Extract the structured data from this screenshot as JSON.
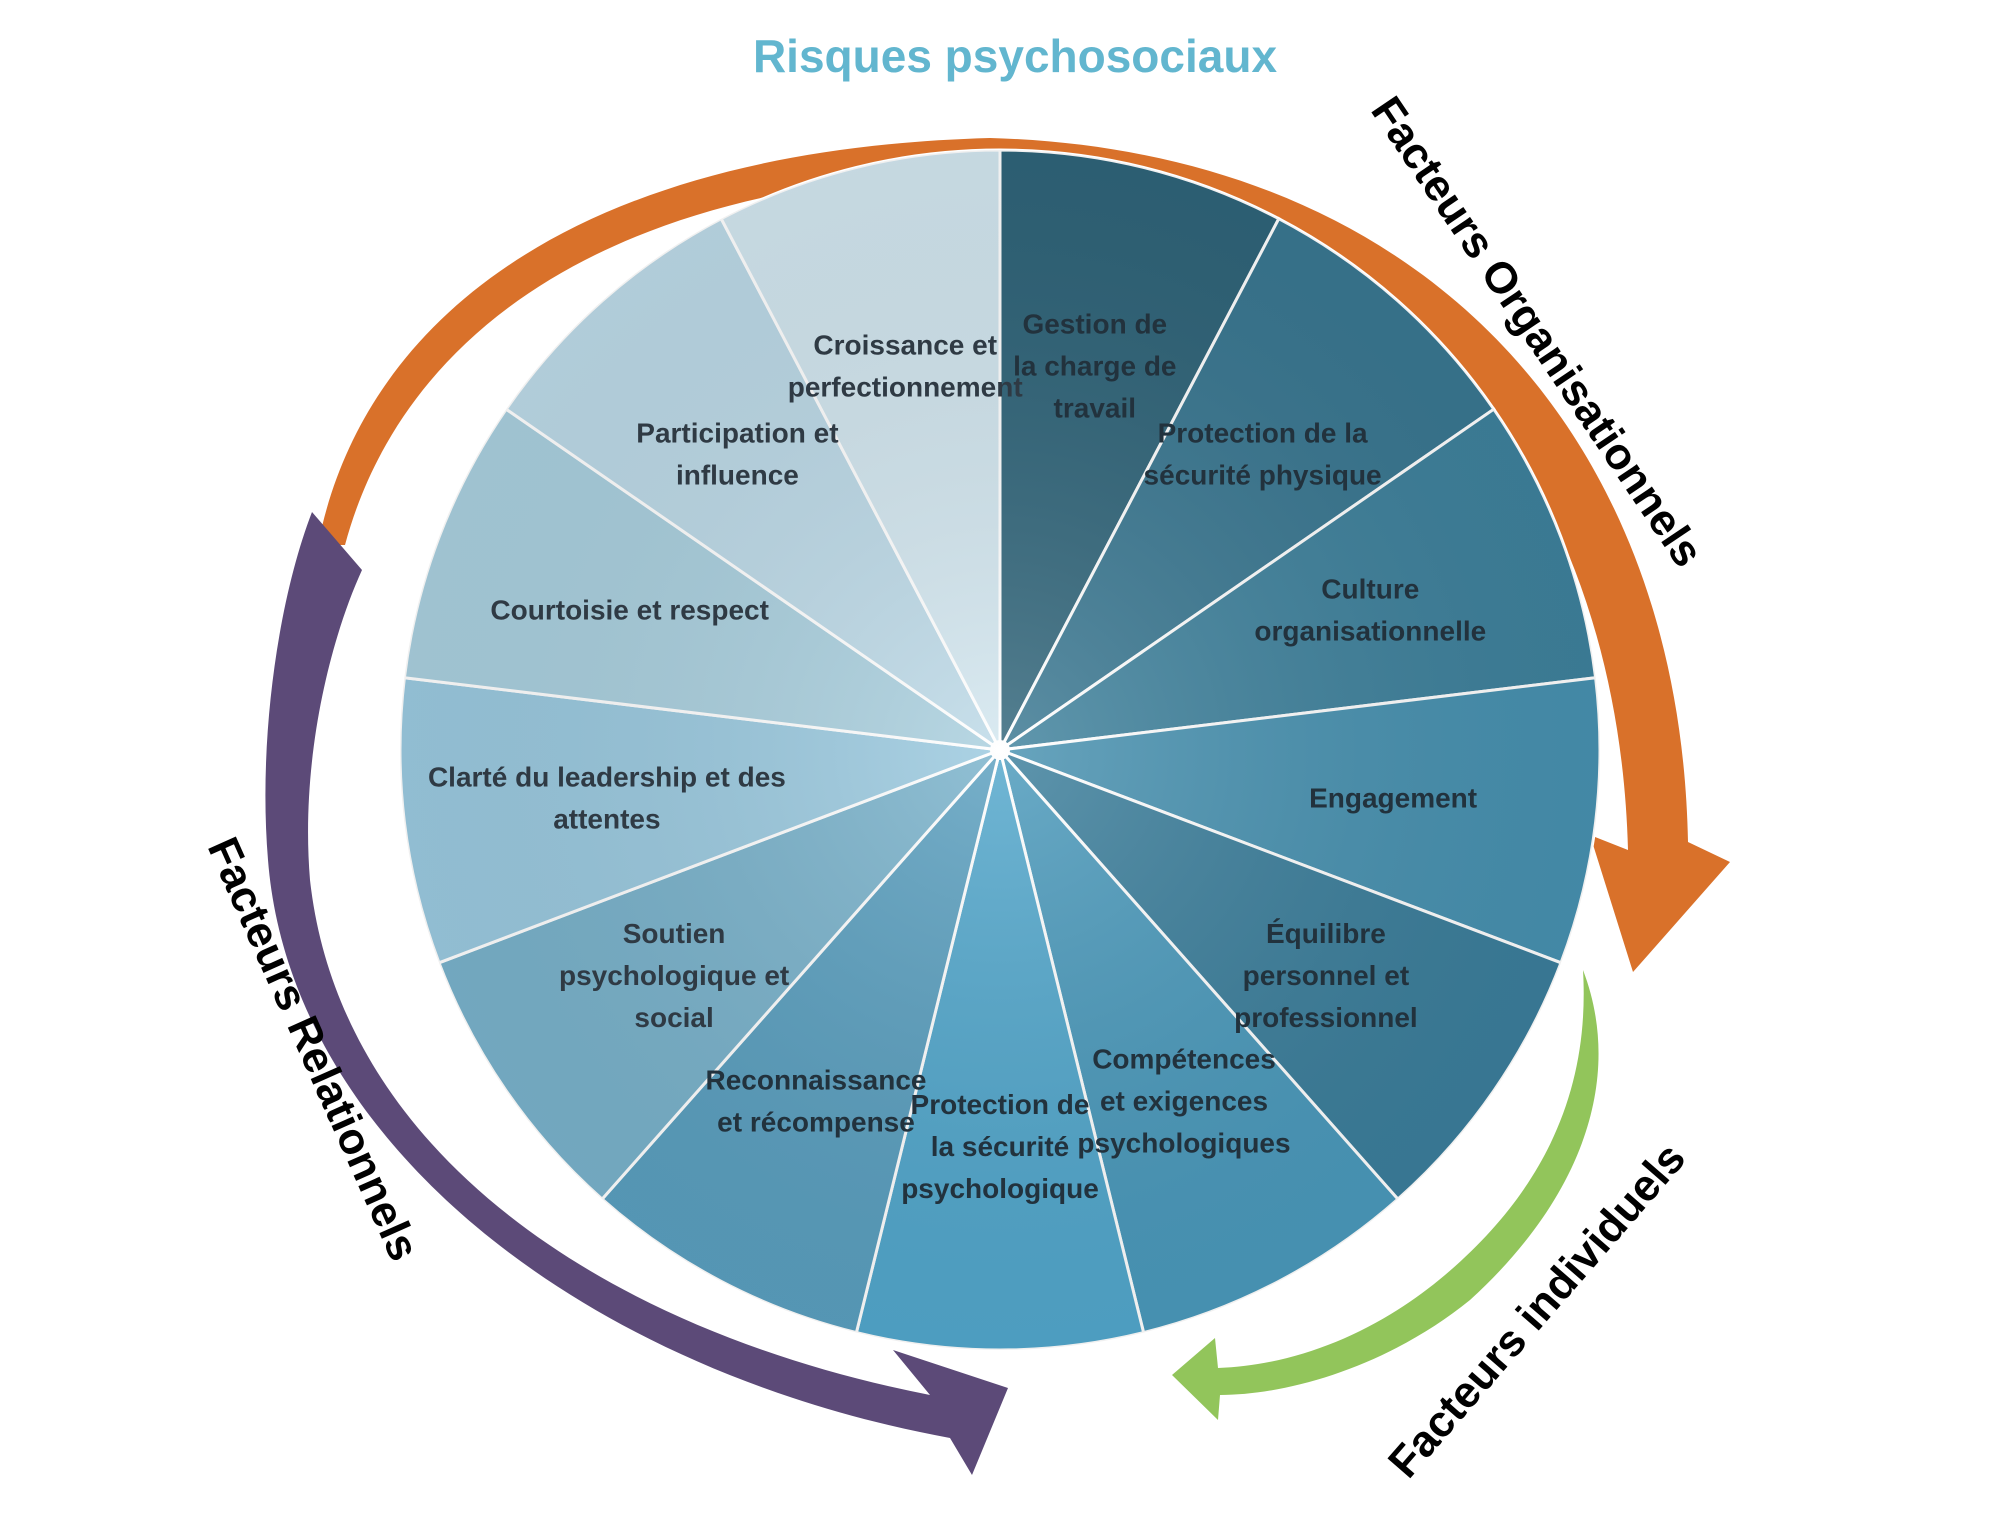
{
  "title": "Risques psychosociaux",
  "colors": {
    "title": "#62b6cf",
    "organisational_arrow": "#d9712a",
    "relational_arrow": "#5c4a78",
    "individual_arrow": "#92c55b",
    "segment_stroke": "#ffffff",
    "label_text": "#333b44"
  },
  "groups": [
    {
      "id": "organisationnels",
      "label": "Facteurs Organisationnels"
    },
    {
      "id": "relationnels",
      "label": "Facteurs Relationnels"
    },
    {
      "id": "individuels",
      "label": "Facteurs individuels"
    }
  ],
  "segments": [
    {
      "label": [
        "Gestion de",
        "la charge de",
        "travail"
      ],
      "color": "#2f6479"
    },
    {
      "label": [
        "Protection de la",
        "sécurité physique"
      ],
      "color": "#397791"
    },
    {
      "label": [
        "Culture",
        "organisationnelle"
      ],
      "color": "#3e819c"
    },
    {
      "label": [
        "Engagement"
      ],
      "color": "#4791b0"
    },
    {
      "label": [
        "Équilibre",
        "personnel et",
        "professionnel"
      ],
      "color": "#3b7e9b"
    },
    {
      "label": [
        "Compétences",
        "et exigences",
        "psychologiques"
      ],
      "color": "#4a99bb"
    },
    {
      "label": [
        "Protection de",
        "la sécurité",
        "psychologique"
      ],
      "color": "#52a7cc"
    },
    {
      "label": [
        "Reconnaissance",
        "et récompense"
      ],
      "color": "#5a9fbf"
    },
    {
      "label": [
        "Soutien",
        "psychologique et",
        "social"
      ],
      "color": "#79b2cb"
    },
    {
      "label": [
        "Clarté du leadership et des",
        "attentes"
      ],
      "color": "#9ac9df"
    },
    {
      "label": [
        "Courtoisie et respect"
      ],
      "color": "#a9cfde"
    },
    {
      "label": [
        "Participation et",
        "influence"
      ],
      "color": "#bcd9e7"
    },
    {
      "label": [
        "Croissance et",
        "perfectionnement"
      ],
      "color": "#d2e6ef"
    }
  ]
}
